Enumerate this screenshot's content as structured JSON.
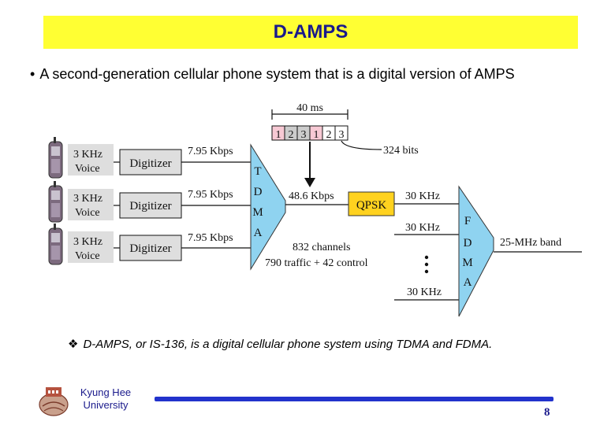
{
  "title": "D-AMPS",
  "bullet": {
    "symbol": "•",
    "text": "A second-generation cellular phone system that is a digital version of AMPS"
  },
  "diagram": {
    "frame_label": "40 ms",
    "slots": [
      "1",
      "2",
      "3",
      "1",
      "2",
      "3"
    ],
    "bits_label": "324 bits",
    "channels": [
      {
        "voice_line1": "3 KHz",
        "voice_line2": "Voice",
        "digitizer": "Digitizer",
        "rate": "7.95 Kbps"
      },
      {
        "voice_line1": "3 KHz",
        "voice_line2": "Voice",
        "digitizer": "Digitizer",
        "rate": "7.95 Kbps"
      },
      {
        "voice_line1": "3 KHz",
        "voice_line2": "Voice",
        "digitizer": "Digitizer",
        "rate": "7.95 Kbps"
      }
    ],
    "tdma_letters": [
      "T",
      "D",
      "M",
      "A"
    ],
    "tdma_output_rate": "48.6 Kbps",
    "qpsk_label": "QPSK",
    "fdma_inputs": [
      "30 KHz",
      "30 KHz",
      "30 KHz"
    ],
    "channels_line1": "832 channels",
    "channels_line2": "790 traffic + 42 control",
    "fdma_letters": [
      "F",
      "D",
      "M",
      "A"
    ],
    "output_band": "25-MHz band"
  },
  "note": {
    "symbol": "❖",
    "text": "D-AMPS, or IS-136, is a digital cellular phone system using TDMA and FDMA."
  },
  "footer": {
    "university_line1": "Kyung Hee",
    "university_line2": "University",
    "page": "8"
  },
  "colors": {
    "title_bg": "#ffff33",
    "title_text": "#1a1a8c",
    "mux_fill": "#8fd3f0",
    "slot_fill": "#f7c9d4",
    "qpsk_fill": "#ffd21f",
    "footer_line": "#2233cc"
  }
}
